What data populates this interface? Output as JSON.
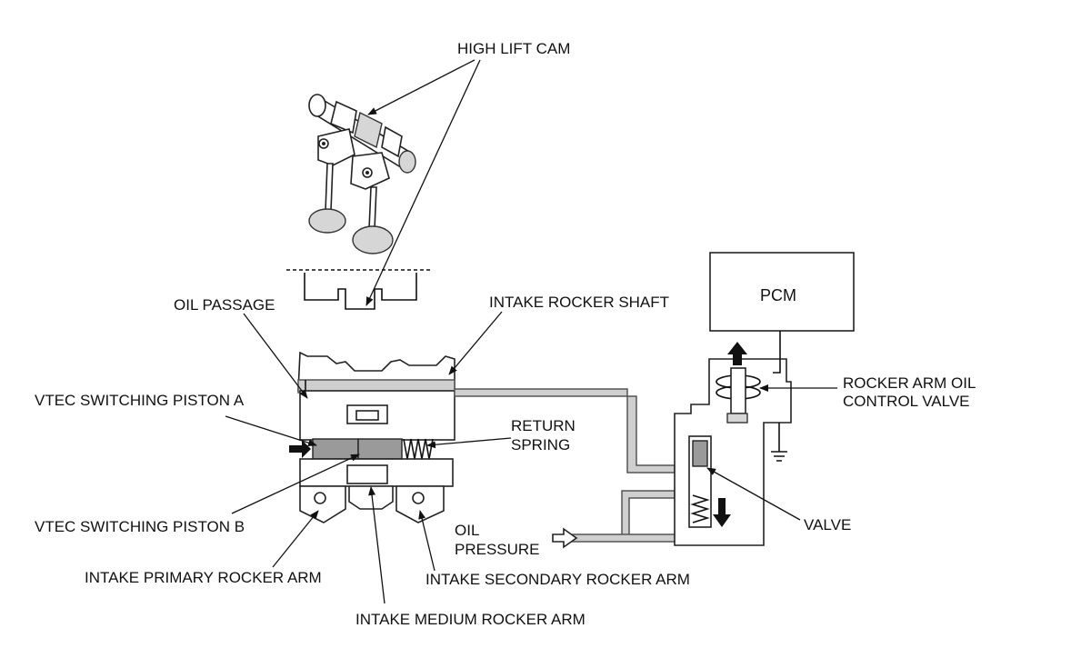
{
  "labels": {
    "high_lift_cam": "HIGH LIFT CAM",
    "oil_passage": "OIL PASSAGE",
    "intake_rocker_shaft": "INTAKE ROCKER SHAFT",
    "pcm": "PCM",
    "vtec_piston_a": "VTEC SWITCHING PISTON A",
    "return_spring_1": "RETURN",
    "return_spring_2": "SPRING",
    "rocker_arm_oil_1": "ROCKER ARM OIL",
    "rocker_arm_oil_2": "CONTROL VALVE",
    "vtec_piston_b": "VTEC SWITCHING PISTON B",
    "valve": "VALVE",
    "oil_pressure_1": "OIL",
    "oil_pressure_2": "PRESSURE",
    "intake_primary": "INTAKE PRIMARY ROCKER ARM",
    "intake_secondary": "INTAKE SECONDARY ROCKER ARM",
    "intake_medium": "INTAKE MEDIUM ROCKER ARM"
  }
}
